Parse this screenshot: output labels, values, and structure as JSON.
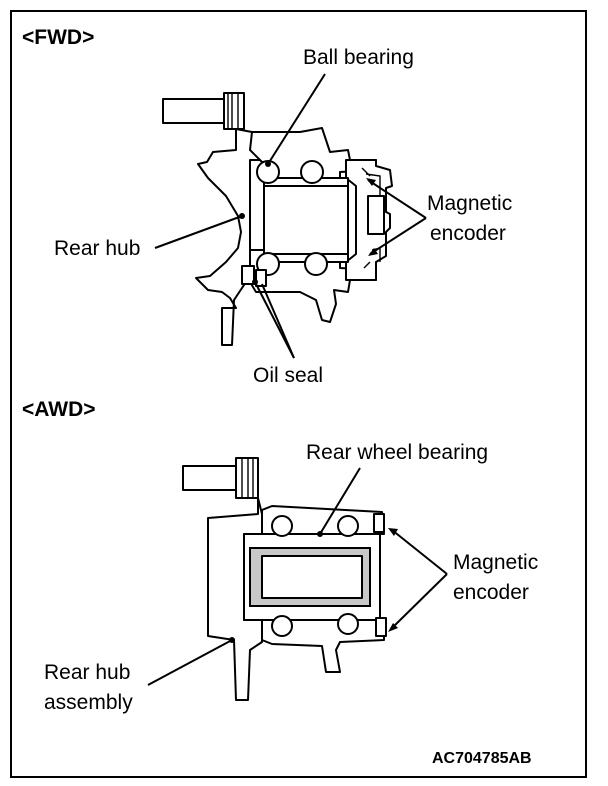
{
  "fwd": {
    "title": "<FWD>",
    "labels": {
      "ball_bearing": "Ball bearing",
      "magnetic_encoder_1": "Magnetic",
      "magnetic_encoder_2": "encoder",
      "rear_hub": "Rear hub",
      "oil_seal": "Oil seal"
    }
  },
  "awd": {
    "title": "<AWD>",
    "labels": {
      "rear_wheel_bearing": "Rear wheel bearing",
      "magnetic_encoder_1": "Magnetic",
      "magnetic_encoder_2": "encoder",
      "rear_hub_assembly_1": "Rear hub",
      "rear_hub_assembly_2": "assembly"
    }
  },
  "figure_code": "AC704785AB"
}
